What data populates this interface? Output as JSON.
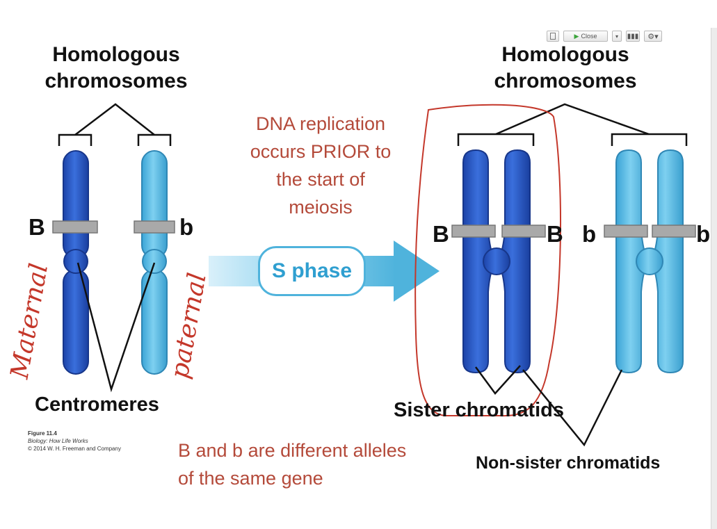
{
  "colors": {
    "maternal": "#2a5cc8",
    "maternal_dark": "#17368a",
    "paternal": "#58bde6",
    "paternal_dark": "#2f87b5",
    "band": "#a9a9a9",
    "annotation": "#b44a3a",
    "ink": "#c4372a",
    "arrow": "#4fb3dc"
  },
  "toolbar": {
    "play_label": "Close",
    "options_icon": "gear-icon"
  },
  "left_heading": [
    "Homologous",
    "chromosomes"
  ],
  "right_heading": [
    "Homologous",
    "chromosomes"
  ],
  "allele_dominant": "B",
  "allele_recessive": "b",
  "handwriting": {
    "left": "Maternal",
    "right": "paternal"
  },
  "centromeres_label": "Centromeres",
  "replication_note": [
    "DNA replication",
    "occurs PRIOR to",
    "the start of",
    "meiosis"
  ],
  "sphase_label": "S phase",
  "sister_label": "Sister chromatids",
  "nonsister_label": "Non-sister chromatids",
  "alleles_note": [
    "B and b are different alleles",
    "of the same gene"
  ],
  "figure_caption": {
    "title": "Figure 11.4",
    "book": "Biology: How Life Works",
    "copyright": "© 2014 W. H. Freeman and Company"
  }
}
